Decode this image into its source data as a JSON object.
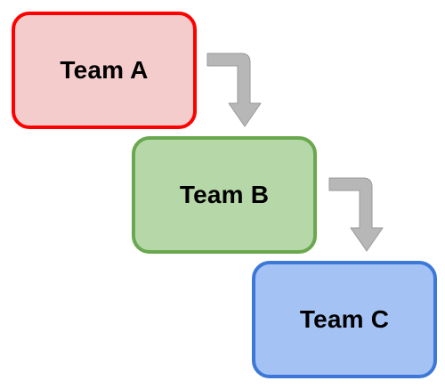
{
  "boxes": [
    {
      "label": "Team A",
      "fill": "#f4cccc",
      "border": "#ff0000"
    },
    {
      "label": "Team B",
      "fill": "#b6d7a8",
      "border": "#6aa84f"
    },
    {
      "label": "Team C",
      "fill": "#a4c2f4",
      "border": "#3c78d8"
    }
  ],
  "arrow_color": "#b7b7b7",
  "arrow_outline": "#999999"
}
